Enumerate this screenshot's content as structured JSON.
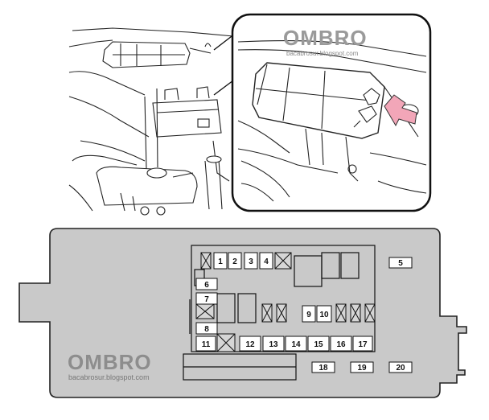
{
  "watermarks": {
    "top": {
      "title": "OMBRO",
      "url": "bacabrosur.blogspot.com"
    },
    "bottom": {
      "title": "OMBRO",
      "url": "bacabrosur.blogspot.com"
    }
  },
  "fuses": [
    {
      "id": "fuse-1",
      "label": "1"
    },
    {
      "id": "fuse-2",
      "label": "2"
    },
    {
      "id": "fuse-3",
      "label": "3"
    },
    {
      "id": "fuse-4",
      "label": "4"
    },
    {
      "id": "fuse-5",
      "label": "5"
    },
    {
      "id": "fuse-6",
      "label": "6"
    },
    {
      "id": "fuse-7",
      "label": "7"
    },
    {
      "id": "fuse-8",
      "label": "8"
    },
    {
      "id": "fuse-9",
      "label": "9"
    },
    {
      "id": "fuse-10",
      "label": "10"
    },
    {
      "id": "fuse-11",
      "label": "11"
    },
    {
      "id": "fuse-12",
      "label": "12"
    },
    {
      "id": "fuse-13",
      "label": "13"
    },
    {
      "id": "fuse-14",
      "label": "14"
    },
    {
      "id": "fuse-15",
      "label": "15"
    },
    {
      "id": "fuse-16",
      "label": "16"
    },
    {
      "id": "fuse-17",
      "label": "17"
    },
    {
      "id": "fuse-18",
      "label": "18"
    },
    {
      "id": "fuse-19",
      "label": "19"
    },
    {
      "id": "fuse-20",
      "label": "20"
    }
  ],
  "colors": {
    "box_fill": "#c9c9c9",
    "highlight_arrow": "#f2a6b8",
    "line": "#222222"
  }
}
